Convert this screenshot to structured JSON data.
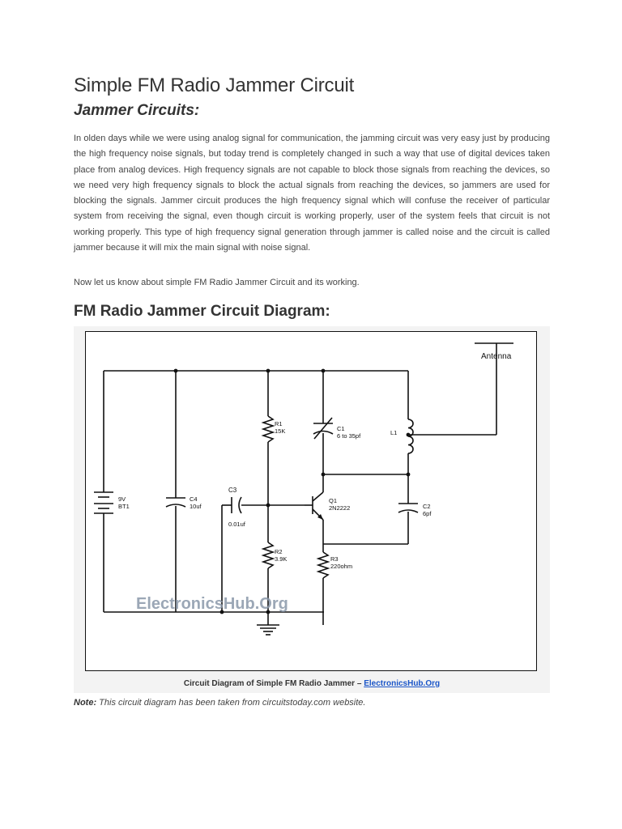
{
  "title": "Simple FM Radio Jammer Circuit",
  "subtitle": "Jammer Circuits:",
  "paragraph1": "In olden days while we were using analog signal for communication, the jamming circuit was very easy just by producing the high frequency noise signals, but today trend is completely changed in such a way that use of digital devices taken place from analog devices. High frequency signals are not capable to block those signals from reaching the devices, so we need very high frequency signals to block the actual signals from reaching the devices, so jammers are used for blocking the signals. Jammer circuit produces the high frequency signal which will confuse the receiver of particular system from receiving the signal, even though circuit is working properly, user of the system feels that circuit is not working properly. This type of high frequency signal generation through jammer is called noise and the circuit is called jammer because it will mix the main signal with noise signal.",
  "paragraph2": "Now let us know about simple FM Radio Jammer Circuit and its working.",
  "section_heading": "FM Radio Jammer Circuit Diagram:",
  "diagram": {
    "antenna": "Antenna",
    "battery": "9V",
    "battery_id": "BT1",
    "c4": "C4",
    "c4_val": "10uf",
    "c3": "C3",
    "c3_val": "0.01uf",
    "r1": "R1",
    "r1_val": "15K",
    "r2": "R2",
    "r2_val": "3.9K",
    "c1": "C1",
    "c1_val": "6 to 35pf",
    "q1": "Q1",
    "q1_val": "2N2222",
    "r3": "R3",
    "r3_val": "220ohm",
    "l1": "L1",
    "c2": "C2",
    "c2_val": "6pf",
    "watermark": "ElectronicsHub.Org"
  },
  "caption": {
    "text": "Circuit Diagram of Simple FM Radio Jammer – ",
    "link": "ElectronicsHub.Org"
  },
  "note": {
    "label": "Note:",
    "text": " This circuit diagram has been taken from circuitstoday.com website."
  }
}
